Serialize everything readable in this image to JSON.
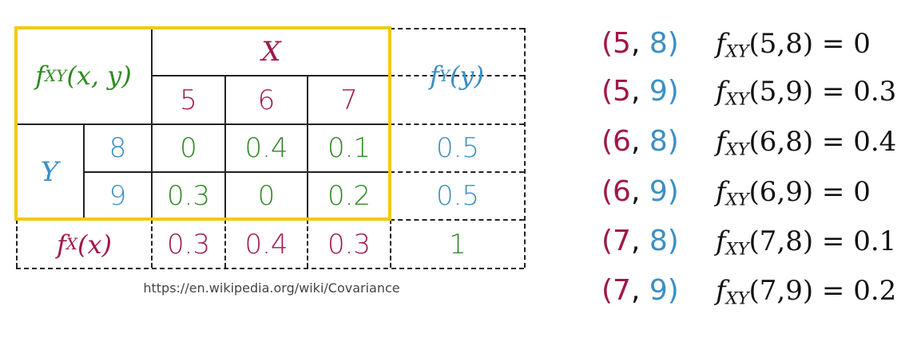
{
  "table": {
    "corner_label": {
      "func": "f",
      "sub": "XY",
      "args": "(x, y)"
    },
    "x_header": "X",
    "y_header": "Y",
    "x_values": [
      "5",
      "6",
      "7"
    ],
    "y_values": [
      "8",
      "9"
    ],
    "marginal_y_label": {
      "func": "f",
      "sub": "Y",
      "args": "(y)"
    },
    "marginal_x_label": {
      "func": "f",
      "sub": "X",
      "args": "(x)"
    },
    "rows": [
      {
        "cells": [
          "0",
          "0.4",
          "0.1"
        ],
        "marginal": "0.5"
      },
      {
        "cells": [
          "0.3",
          "0",
          "0.2"
        ],
        "marginal": "0.5"
      }
    ],
    "marginal_x_values": [
      "0.3",
      "0.4",
      "0.3"
    ],
    "total": "1",
    "source": "https://en.wikipedia.org/wiki/Covariance"
  },
  "pairs": [
    {
      "x": "5",
      "y": "8",
      "sub": "XY",
      "args": "(5,8)",
      "value": "0"
    },
    {
      "x": "5",
      "y": "9",
      "sub": "XY",
      "args": "(5,9)",
      "value": "0.3"
    },
    {
      "x": "6",
      "y": "8",
      "sub": "XY",
      "args": "(6,8)",
      "value": "0.4"
    },
    {
      "x": "6",
      "y": "9",
      "sub": "XY",
      "args": "(6,9)",
      "value": "0"
    },
    {
      "x": "7",
      "y": "8",
      "sub": "XY",
      "args": "(7,8)",
      "value": "0.1"
    },
    {
      "x": "7",
      "y": "9",
      "sub": "XY",
      "args": "(7,9)",
      "value": "0.2"
    }
  ],
  "colors": {
    "x_color": "#a0174a",
    "y_color": "#3b8fc4",
    "prob_color": "#2e8b22",
    "highlight": "#f6c80d"
  }
}
